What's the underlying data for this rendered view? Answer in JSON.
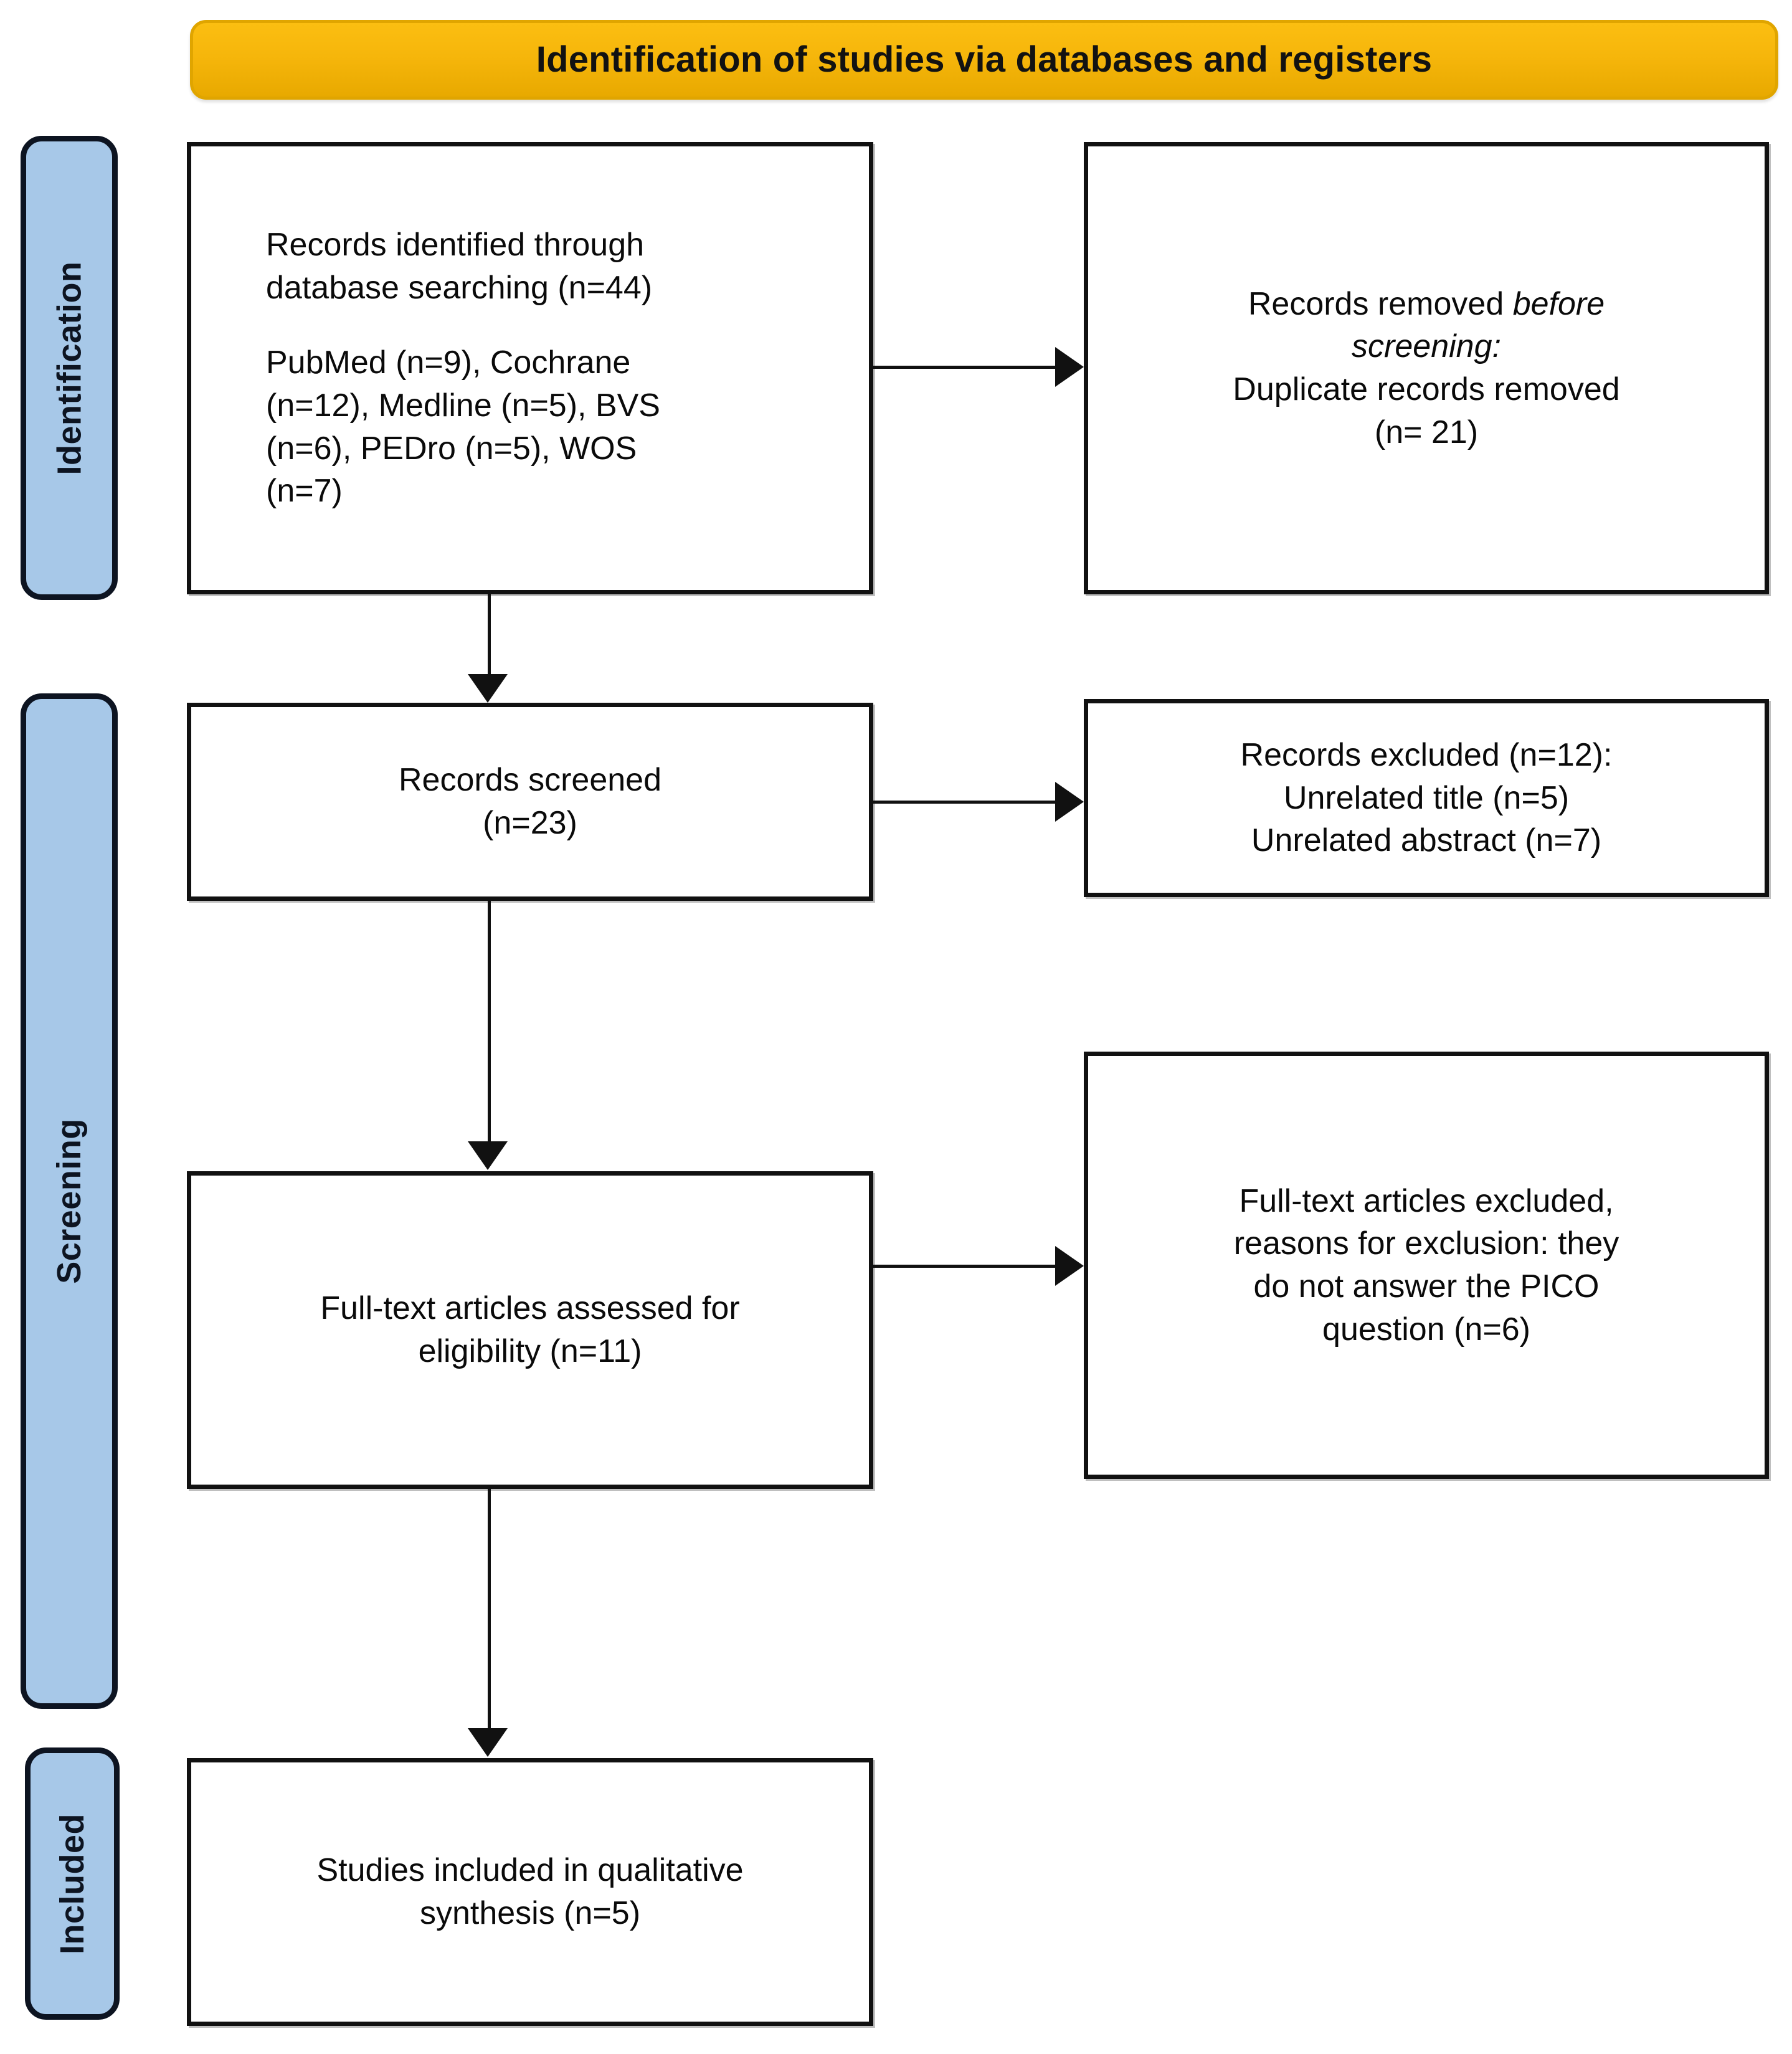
{
  "banner": {
    "title": "Identification of studies via databases and registers"
  },
  "colors": {
    "banner_fill": "#F6B60B",
    "stage_fill": "#A7C8E8",
    "stage_border": "#0D1421",
    "box_border": "#111111",
    "text": "#0A0A0A"
  },
  "stages": [
    {
      "id": "identification",
      "label": "Identification"
    },
    {
      "id": "screening",
      "label": "Screening"
    },
    {
      "id": "included",
      "label": "Included"
    }
  ],
  "boxes": {
    "identified": {
      "line1": "Records identified through",
      "line2": "database searching (n=44)",
      "line3": "PubMed (n=9), Cochrane",
      "line4": "(n=12), Medline (n=5), BVS",
      "line5": "(n=6), PEDro (n=5), WOS",
      "line6": "(n=7)"
    },
    "removed": {
      "line1_a": "Records removed ",
      "line1_b": "before",
      "line2": "screening:",
      "line3": "Duplicate records removed",
      "line4": "(n= 21)"
    },
    "screened": {
      "line1": "Records screened",
      "line2": "(n=23)"
    },
    "excluded": {
      "line1": "Records excluded (n=12):",
      "line2": "Unrelated title (n=5)",
      "line3": "Unrelated abstract (n=7)"
    },
    "fulltext": {
      "line1": "Full-text articles assessed for",
      "line2": "eligibility (n=11)"
    },
    "fulltext_excluded": {
      "line1": "Full-text articles excluded,",
      "line2": "reasons for exclusion: they",
      "line3": "do not answer the PICO",
      "line4": "question (n=6)"
    },
    "included": {
      "line1": "Studies included in qualitative",
      "line2": "synthesis (n=5)"
    }
  },
  "chart_data": {
    "type": "diagram",
    "title": "Identification of studies via databases and registers",
    "nodes": [
      {
        "id": "identified",
        "stage": "Identification",
        "label": "Records identified through database searching",
        "n": 44,
        "breakdown": [
          {
            "source": "PubMed",
            "n": 9
          },
          {
            "source": "Cochrane",
            "n": 12
          },
          {
            "source": "Medline",
            "n": 5
          },
          {
            "source": "BVS",
            "n": 6
          },
          {
            "source": "PEDro",
            "n": 5
          },
          {
            "source": "WOS",
            "n": 7
          }
        ]
      },
      {
        "id": "removed",
        "stage": "Identification",
        "label": "Records removed before screening: Duplicate records removed",
        "n": 21
      },
      {
        "id": "screened",
        "stage": "Screening",
        "label": "Records screened",
        "n": 23
      },
      {
        "id": "excluded",
        "stage": "Screening",
        "label": "Records excluded",
        "n": 12,
        "breakdown": [
          {
            "reason": "Unrelated title",
            "n": 5
          },
          {
            "reason": "Unrelated abstract",
            "n": 7
          }
        ]
      },
      {
        "id": "fulltext",
        "stage": "Screening",
        "label": "Full-text articles assessed for eligibility",
        "n": 11
      },
      {
        "id": "fulltext_excluded",
        "stage": "Screening",
        "label": "Full-text articles excluded, reasons for exclusion: they do not answer the PICO question",
        "n": 6
      },
      {
        "id": "included",
        "stage": "Included",
        "label": "Studies included in qualitative synthesis",
        "n": 5
      }
    ],
    "edges": [
      {
        "from": "identified",
        "to": "removed",
        "direction": "right"
      },
      {
        "from": "identified",
        "to": "screened",
        "direction": "down"
      },
      {
        "from": "screened",
        "to": "excluded",
        "direction": "right"
      },
      {
        "from": "screened",
        "to": "fulltext",
        "direction": "down"
      },
      {
        "from": "fulltext",
        "to": "fulltext_excluded",
        "direction": "right"
      },
      {
        "from": "fulltext",
        "to": "included",
        "direction": "down"
      }
    ]
  }
}
